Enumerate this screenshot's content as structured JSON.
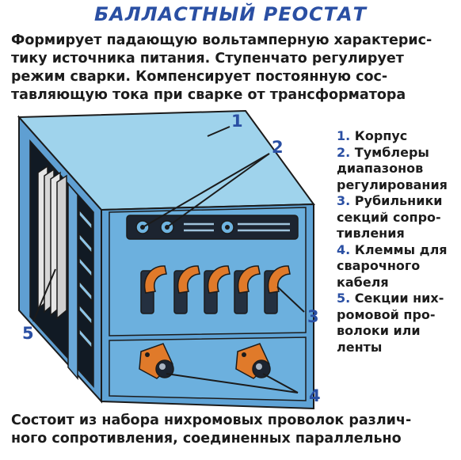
{
  "title": "БАЛЛАСТНЫЙ РЕОСТАТ",
  "intro": {
    "lines": [
      "Формирует падающую вольтамперную характерис-",
      "тику источника питания. Ступенчато регулирует",
      "режим сварки. Компенсирует постоянную сос-",
      "тавляющую тока при сварке от трансформатора"
    ]
  },
  "legend": {
    "items": [
      {
        "num": "1.",
        "lines": [
          "Корпус"
        ]
      },
      {
        "num": "2.",
        "lines": [
          "Тумблеры",
          "диапазонов",
          "регулирования"
        ]
      },
      {
        "num": "3.",
        "lines": [
          "Рубильники",
          "секций сопро-",
          "тивления"
        ]
      },
      {
        "num": "4.",
        "lines": [
          "Клеммы для",
          "сварочного",
          "кабеля"
        ]
      },
      {
        "num": "5.",
        "lines": [
          "Секции них-",
          "ромовой про-",
          "волоки или",
          "ленты"
        ]
      }
    ]
  },
  "callouts": {
    "c1": "1",
    "c2": "2",
    "c3": "3",
    "c4": "4",
    "c5": "5"
  },
  "footer": {
    "lines": [
      "Состоит из набора нихромовых проволок различ-",
      "ного сопротивления, соединенных параллельно"
    ]
  },
  "colors": {
    "accent": "#2a4fa3",
    "body_light": "#9fd3ec",
    "body_dark": "#4d8fc7",
    "handle": "#e07a2a"
  }
}
